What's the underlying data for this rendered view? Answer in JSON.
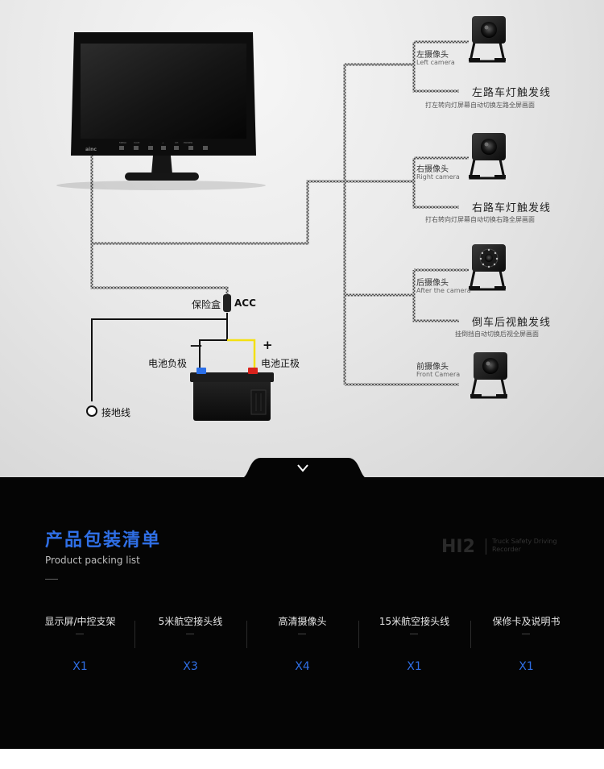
{
  "monitor": {
    "brand": "ainc",
    "buttons": [
      "MENU",
      "V/CH",
      "-",
      "+",
      "CH",
      "POWER"
    ]
  },
  "cameras": [
    {
      "cn": "左摄像头",
      "en": "Left camera",
      "trigger_title": "左路车灯触发线",
      "trigger_desc": "打左转向灯屏幕自动切换左路全屏画面"
    },
    {
      "cn": "右摄像头",
      "en": "Right camera",
      "trigger_title": "右路车灯触发线",
      "trigger_desc": "打右转向灯屏幕自动切换右路全屏画面"
    },
    {
      "cn": "后摄像头",
      "en": "After the camera",
      "trigger_title": "倒车后视触发线",
      "trigger_desc": "挂倒挡自动切换后视全屏画面"
    },
    {
      "cn": "前摄像头",
      "en": "Front Camera",
      "trigger_title": "",
      "trigger_desc": ""
    }
  ],
  "wiring": {
    "fuse_box": "保险盒",
    "acc": "ACC",
    "minus_sign": "—",
    "plus_sign": "+",
    "battery_negative": "电池负极",
    "battery_positive": "电池正极",
    "ground": "接地线"
  },
  "packing": {
    "title": "产品包装清单",
    "subtitle": "Product packing list",
    "brand_mark": "HI2",
    "brand_sub": "Truck Safety Driving Recorder",
    "items": [
      {
        "name": "显示屏/中控支架",
        "qty": "X1"
      },
      {
        "name": "5米航空接头线",
        "qty": "X3"
      },
      {
        "name": "高清摄像头",
        "qty": "X4"
      },
      {
        "name": "15米航空接头线",
        "qty": "X1"
      },
      {
        "name": "保修卡及说明书",
        "qty": "X1"
      }
    ]
  },
  "colors": {
    "accent_blue": "#2f6fe6",
    "wire_yellow": "#f4e010",
    "wire_red": "#d8221c",
    "terminal_blue": "#2b6fe8",
    "dark_bg": "#050505"
  }
}
